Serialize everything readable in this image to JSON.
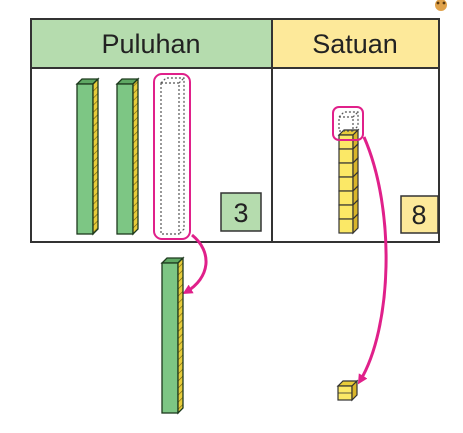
{
  "table": {
    "tens_header": "Puluhan",
    "ones_header": "Satuan",
    "tens_count": "3",
    "ones_count": "8"
  },
  "colors": {
    "tens_header_bg": "#b5dcae",
    "ones_header_bg": "#fde99a",
    "tens_rod_front": "#7dc684",
    "tens_rod_side": "#e8cc3a",
    "ones_cube": "#fbe866",
    "highlight": "#e0208a",
    "table_border": "#333333"
  },
  "blocks": {
    "tens_rods_in_table": 2,
    "tens_rods_moved_out": 1,
    "ones_cubes_in_table": 7,
    "ones_cubes_moved_out": 1
  }
}
